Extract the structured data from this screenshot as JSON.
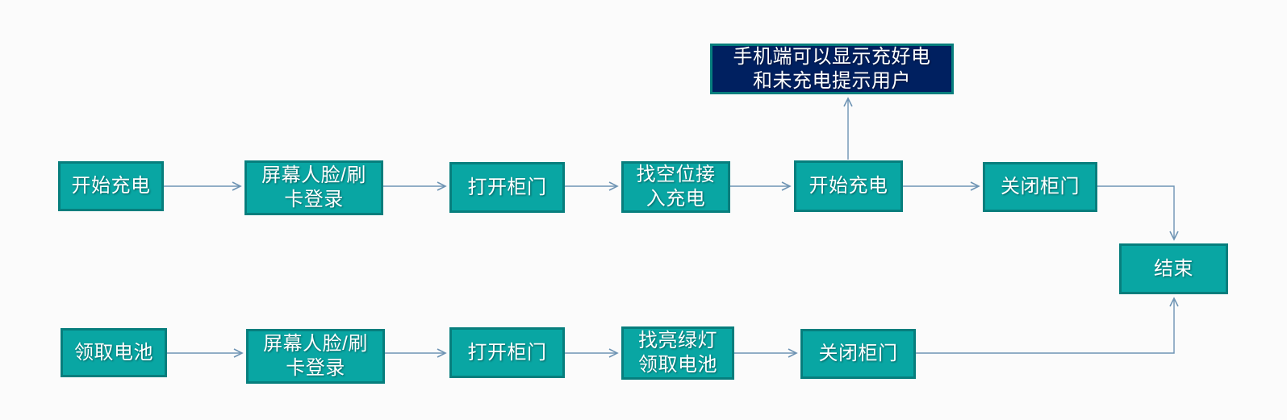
{
  "diagram": {
    "colors": {
      "background": "#fbfbfb",
      "node_fill": "#09a6a3",
      "node_border": "#077e7d",
      "note_fill": "#002060",
      "note_border": "#077e7d",
      "connector": "#6e94b4",
      "text": "#ffffff"
    },
    "note": {
      "label": "手机端可以显示充好电\n和未充电提示用户"
    },
    "end_node": {
      "label": "结束"
    },
    "flow_top": {
      "nodes": [
        {
          "label": "开始充电"
        },
        {
          "label": "屏幕人脸/刷\n卡登录"
        },
        {
          "label": "打开柜门"
        },
        {
          "label": "找空位接\n入充电"
        },
        {
          "label": "开始充电"
        },
        {
          "label": "关闭柜门"
        }
      ]
    },
    "flow_bottom": {
      "nodes": [
        {
          "label": "领取电池"
        },
        {
          "label": "屏幕人脸/刷\n卡登录"
        },
        {
          "label": "打开柜门"
        },
        {
          "label": "找亮绿灯\n领取电池"
        },
        {
          "label": "关闭柜门"
        }
      ]
    }
  }
}
